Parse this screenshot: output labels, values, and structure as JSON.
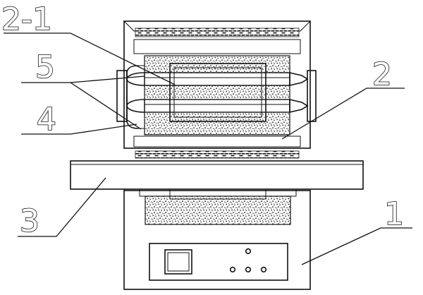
{
  "callouts": {
    "c2_1": "2-1",
    "c5": "5",
    "c4": "4",
    "c2": "2",
    "c3": "3",
    "c1": "1"
  },
  "colors": {
    "ink": "#111111",
    "paper": "#ffffff"
  }
}
